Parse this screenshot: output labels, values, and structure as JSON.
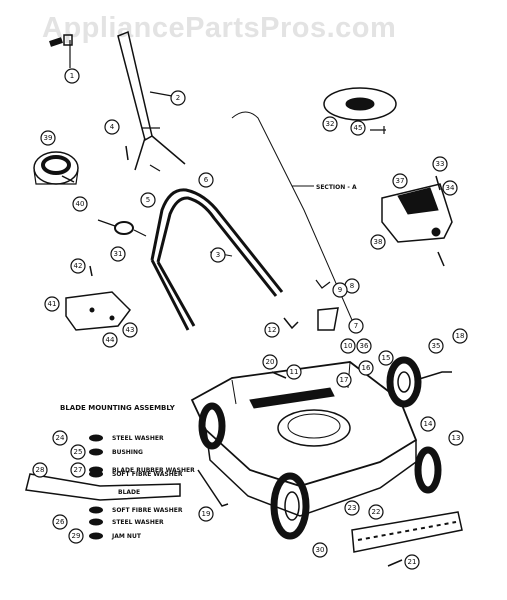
{
  "watermark": "AppliancePartsPros.com",
  "section_label": "SECTION - A",
  "blade_assembly": {
    "title": "BLADE MOUNTING ASSEMBLY",
    "labels": [
      "STEEL WASHER",
      "BUSHING",
      "BLADE RUBBER WASHER",
      "SOFT FIBRE WASHER",
      "BLADE",
      "SOFT FIBRE WASHER",
      "STEEL WASHER",
      "JAM NUT"
    ]
  },
  "callouts": [
    "1",
    "2",
    "3",
    "4",
    "5",
    "6",
    "7",
    "8",
    "9",
    "10",
    "11",
    "12",
    "13",
    "14",
    "15",
    "16",
    "17",
    "18",
    "19",
    "20",
    "21",
    "22",
    "23",
    "24",
    "25",
    "26",
    "27",
    "28",
    "29",
    "30",
    "31",
    "32",
    "33",
    "34",
    "35",
    "36",
    "37",
    "38",
    "39",
    "40",
    "41",
    "42",
    "43",
    "44",
    "45"
  ],
  "colors": {
    "ink": "#111111",
    "watermark": "#e3e3e3",
    "background": "#ffffff"
  }
}
